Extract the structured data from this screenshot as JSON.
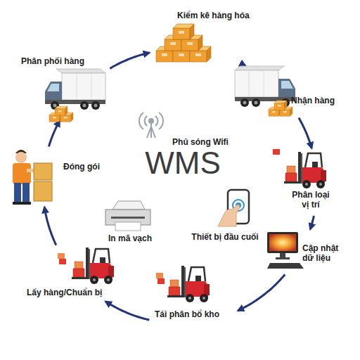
{
  "diagram": {
    "nodes": [
      {
        "text": [
          "Kiểm kê hàng hóa"
        ]
      },
      {
        "text": [
          "Nhận hàng"
        ]
      },
      {
        "text": [
          "Phân loại vị trí"
        ]
      },
      {
        "text": [
          "Cập nhật dữ liệu"
        ]
      },
      {
        "text": [
          "Tái phân bổ kho"
        ]
      },
      {
        "text": [
          "Lấy hàng/Chuẩn bị"
        ]
      },
      {
        "text": [
          "Đóng gói"
        ]
      },
      {
        "text": [
          "Phân phối hàng"
        ]
      }
    ],
    "edges": [
      {
        "from": 0,
        "to": 1,
        "arrow": "to"
      },
      {
        "from": 1,
        "to": 2,
        "arrow": "to"
      },
      {
        "from": 2,
        "to": 3,
        "arrow": "to"
      },
      {
        "from": 3,
        "to": 4,
        "arrow": "to"
      },
      {
        "from": 4,
        "to": 5,
        "arrow": "to"
      },
      {
        "from": 5,
        "to": 6,
        "arrow": "to"
      },
      {
        "from": 6,
        "to": 7,
        "arrow": "to"
      },
      {
        "from": 7,
        "to": 0,
        "arrow": "to"
      }
    ],
    "labels": [
      "WMS",
      "Phủ sóng Wifi",
      "In mã vạch",
      "Thiết bị đầu cuối"
    ]
  }
}
